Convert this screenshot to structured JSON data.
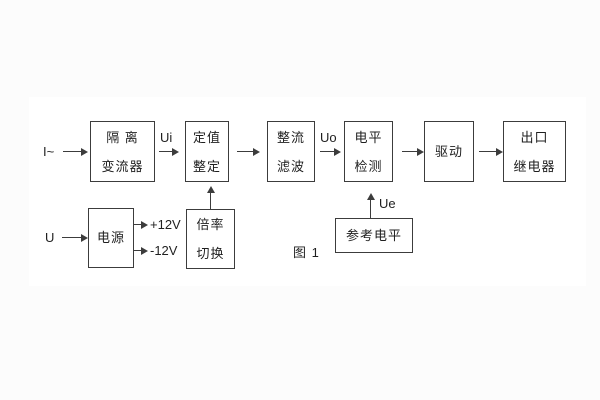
{
  "figure": {
    "caption": "图 1",
    "colors": {
      "line": "#3c3c3c",
      "text": "#1f1f1f",
      "background": "#fcfcfc",
      "panel": "#ffffff"
    },
    "blocks": {
      "isolation": {
        "line1": "隔 离",
        "line2": "变流器"
      },
      "setting": {
        "line1": "定值",
        "line2": "整定"
      },
      "rectifier": {
        "line1": "整流",
        "line2": "滤波"
      },
      "level_detector": {
        "line1": "电平",
        "line2": "检测"
      },
      "driver": {
        "label": "驱动"
      },
      "output_relay": {
        "line1": "出口",
        "line2": "继电器"
      },
      "power_supply": {
        "label": "电源"
      },
      "ratio_switch": {
        "line1": "倍率",
        "line2": "切换"
      },
      "reference_level": {
        "label": "参考电平"
      }
    },
    "signals": {
      "input_current": "I~",
      "input_voltage": "U",
      "ui": "Ui",
      "uo": "Uo",
      "ue": "Ue",
      "plus_12v": "+12V",
      "minus_12v": "-12V"
    }
  }
}
